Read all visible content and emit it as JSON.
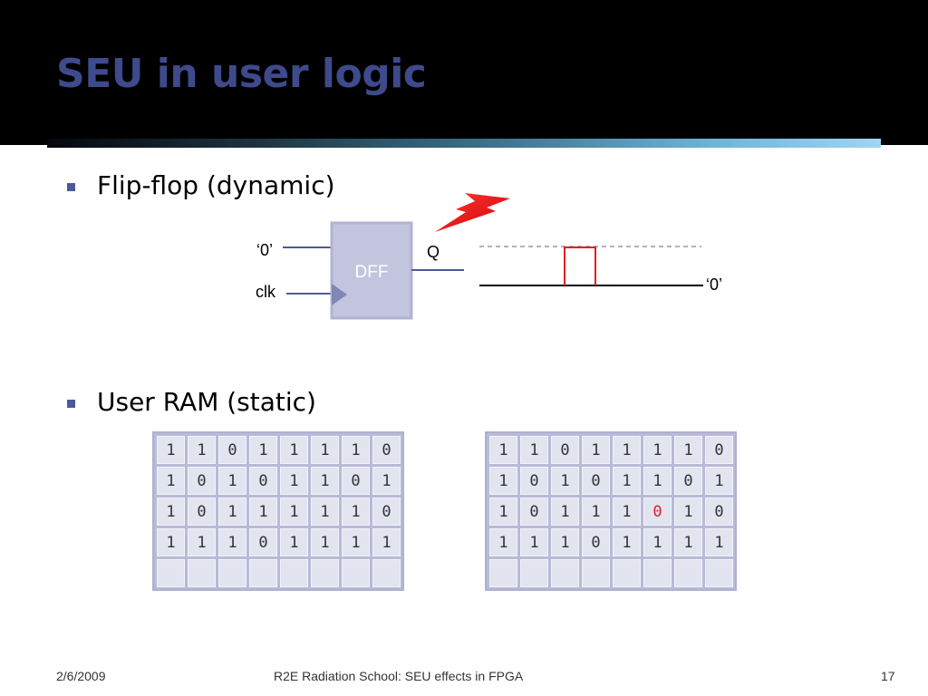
{
  "slide": {
    "title": "SEU in user logic",
    "accent_color": "#3f4a8c",
    "bullets": [
      {
        "text": "Flip-flop (dynamic)"
      },
      {
        "text": "User RAM (static)"
      }
    ]
  },
  "flipflop": {
    "block_label": "DFF",
    "input_label": "‘0’",
    "clock_label": "clk",
    "output_label": "Q",
    "waveform_label": "‘0’",
    "lightning_icon": "lightning-bolt-icon",
    "glitch_color": "#e02020"
  },
  "ram_before": {
    "rows": [
      [
        "1",
        "1",
        "0",
        "1",
        "1",
        "1",
        "1",
        "0"
      ],
      [
        "1",
        "0",
        "1",
        "0",
        "1",
        "1",
        "0",
        "1"
      ],
      [
        "1",
        "0",
        "1",
        "1",
        "1",
        "1",
        "1",
        "0"
      ],
      [
        "1",
        "1",
        "1",
        "0",
        "1",
        "1",
        "1",
        "1"
      ],
      [
        "",
        "",
        "",
        "",
        "",
        "",
        "",
        ""
      ]
    ]
  },
  "ram_after": {
    "rows": [
      [
        "1",
        "1",
        "0",
        "1",
        "1",
        "1",
        "1",
        "0"
      ],
      [
        "1",
        "0",
        "1",
        "0",
        "1",
        "1",
        "0",
        "1"
      ],
      [
        "1",
        "0",
        "1",
        "1",
        "1",
        "0",
        "1",
        "0"
      ],
      [
        "1",
        "1",
        "1",
        "0",
        "1",
        "1",
        "1",
        "1"
      ],
      [
        "",
        "",
        "",
        "",
        "",
        "",
        "",
        ""
      ]
    ],
    "flipped_bit": {
      "row": 2,
      "col": 5
    }
  },
  "footer": {
    "date": "2/6/2009",
    "center": "R2E Radiation School: SEU effects in FPGA",
    "page": "17"
  }
}
